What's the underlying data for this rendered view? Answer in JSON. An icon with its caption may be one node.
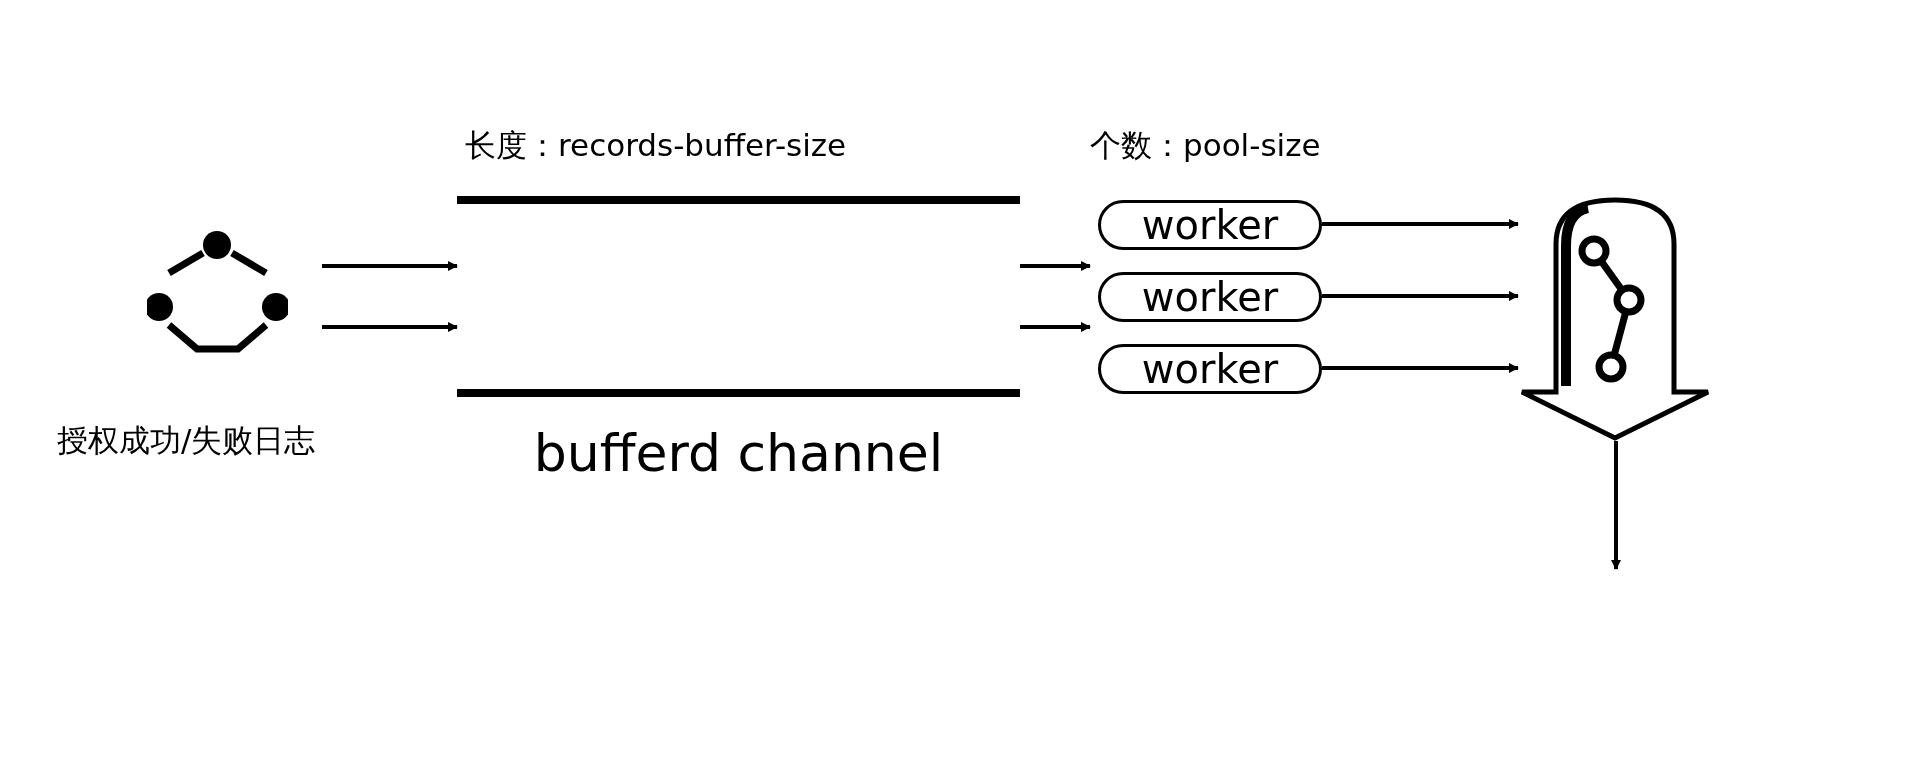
{
  "diagram": {
    "nodes": [
      {
        "text": [],
        "shape": "picture",
        "beside": [
          "授权成功/失败日志"
        ]
      },
      {
        "text": [
          "长度：records-buffer-size",
          "bufferd channel"
        ]
      },
      {
        "text": [
          "个数：pool-size"
        ]
      },
      {
        "text": [
          "worker"
        ],
        "in": 2
      },
      {
        "text": [
          "worker"
        ],
        "in": 2
      },
      {
        "text": [
          "worker"
        ],
        "in": 2
      },
      {
        "text": [],
        "shape": "picture"
      }
    ],
    "edges": [
      {
        "from": 0,
        "to": 1,
        "arrow": "to"
      },
      {
        "from": 0,
        "to": 1,
        "arrow": "to"
      },
      {
        "from": 1,
        "to": 2,
        "arrow": "to"
      },
      {
        "from": 1,
        "to": 2,
        "arrow": "to"
      },
      {
        "from": 3,
        "to": 6,
        "arrow": "to"
      },
      {
        "from": 4,
        "to": 6,
        "arrow": "to"
      },
      {
        "from": 5,
        "to": 6,
        "arrow": "to"
      },
      {
        "from": 6,
        "to": null,
        "arrow": "to"
      }
    ]
  }
}
